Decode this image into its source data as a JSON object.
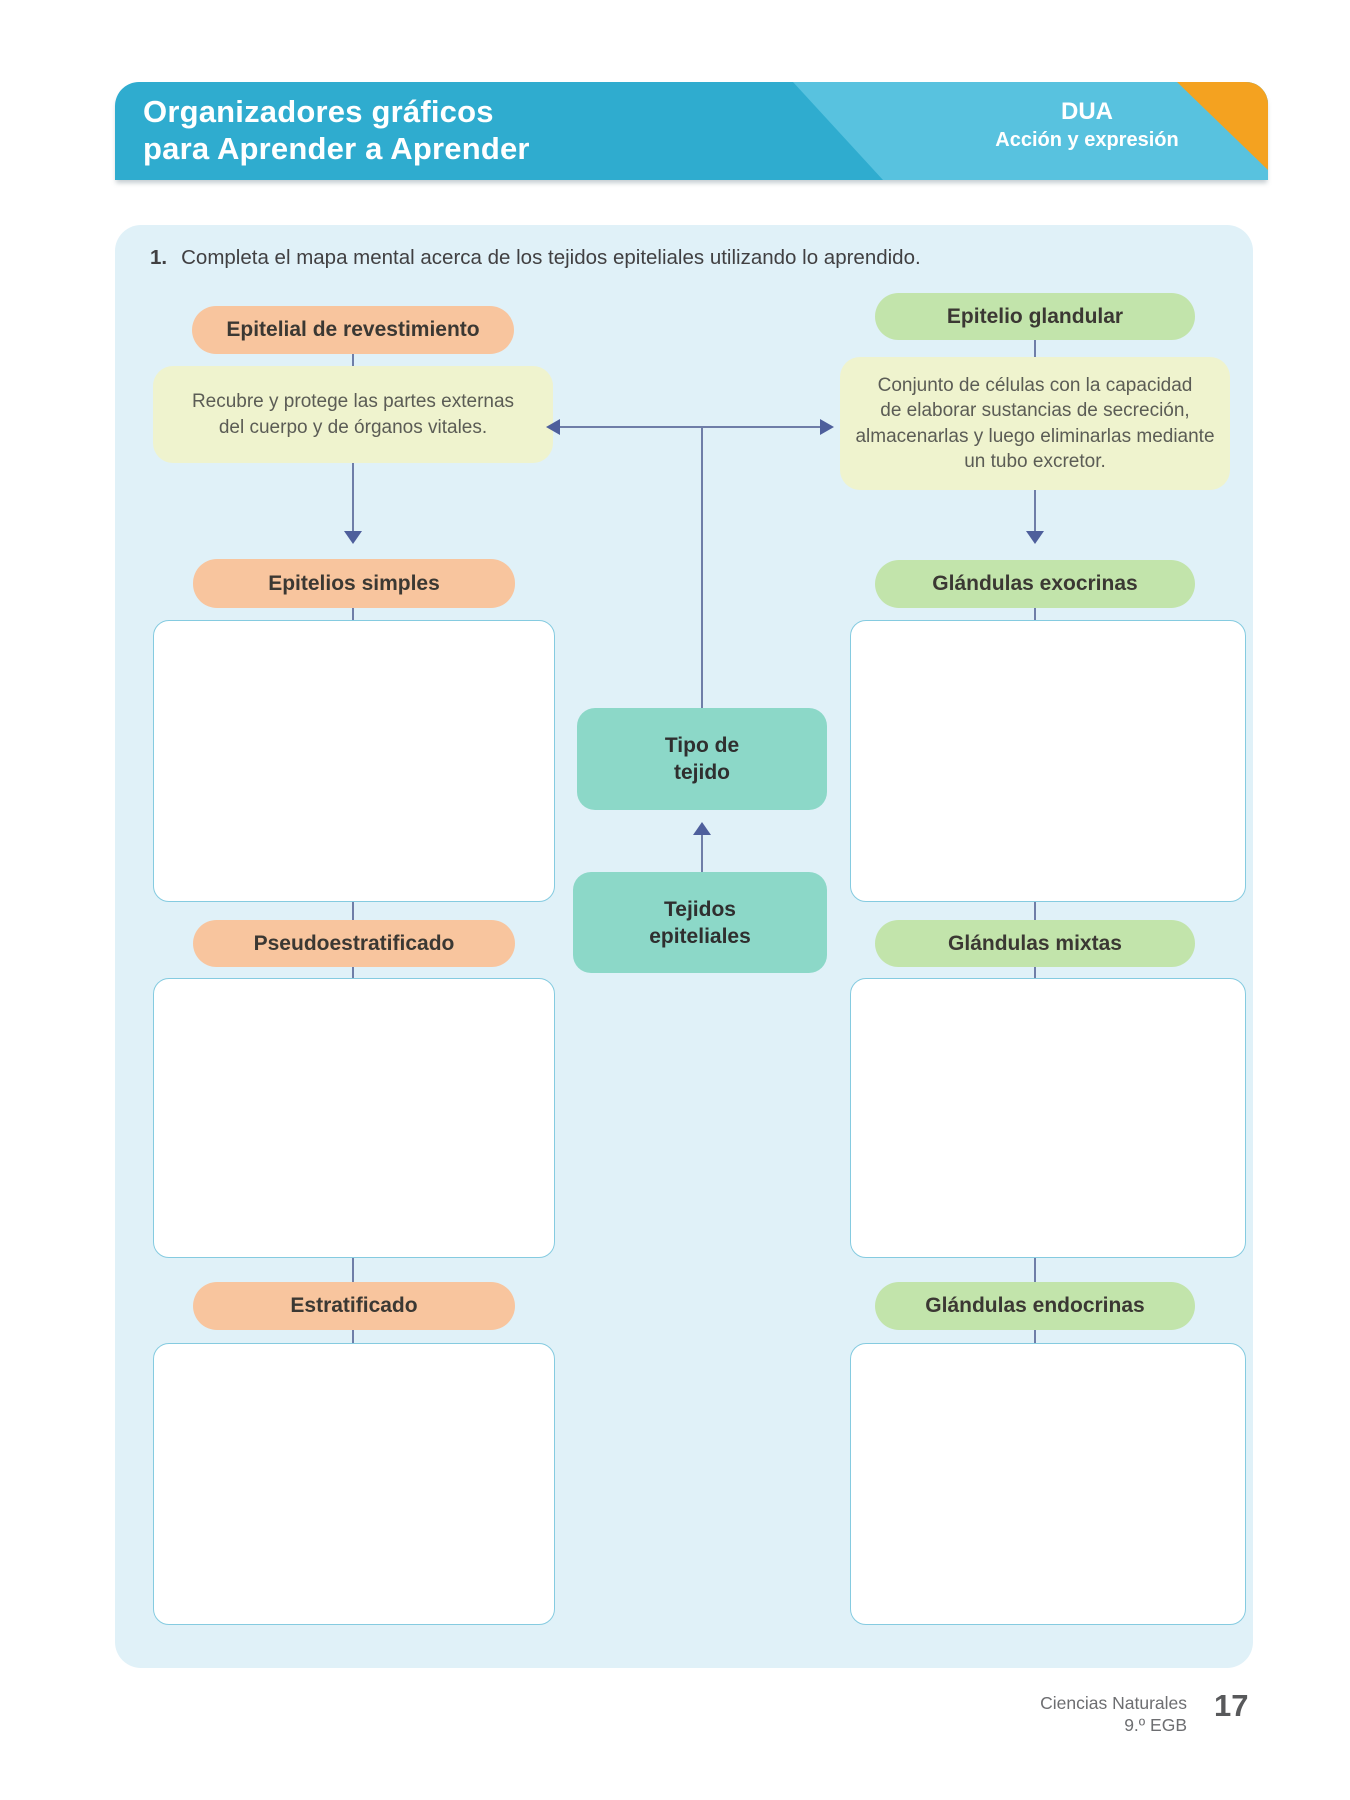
{
  "header": {
    "title_line1": "Organizadores gráficos",
    "title_line2": "para Aprender a Aprender",
    "badge": {
      "title": "DUA",
      "subtitle": "Acción y expresión"
    }
  },
  "question": {
    "number": "1.",
    "text": "Completa el mapa mental acerca de los tejidos epiteliales utilizando lo aprendido."
  },
  "mindmap": {
    "root_label": "Tejidos\nepiteliales",
    "type_node_label": "Tipo de\ntejido",
    "left_branch": {
      "title": "Epitelial de revestimiento",
      "description": "Recubre y protege las partes externas\ndel cuerpo y de órganos vitales.",
      "children": [
        "Epitelios simples",
        "Pseudoestratificado",
        "Estratificado"
      ]
    },
    "right_branch": {
      "title": "Epitelio glandular",
      "description": "Conjunto de células con la capacidad\nde elaborar sustancias de secreción,\nalmacenarlas y luego eliminarlas mediante\nun tubo excretor.",
      "children": [
        "Glándulas exocrinas",
        "Glándulas mixtas",
        "Glándulas endocrinas"
      ]
    }
  },
  "footer": {
    "subject": "Ciencias Naturales",
    "grade": "9.º EGB",
    "page_number": "17"
  },
  "colors": {
    "banner_teal": "#2FACCF",
    "banner_light_blue": "#58C2DF",
    "banner_orange": "#F4A220",
    "panel_background": "#E0F1F8",
    "pill_peach": "#F8C59E",
    "pill_green": "#C2E4AB",
    "description_lime": "#EFF3CE",
    "node_teal": "#8CD8C8",
    "answer_box_border": "#85CBE0",
    "connector_blue": "#4E5F9C"
  }
}
